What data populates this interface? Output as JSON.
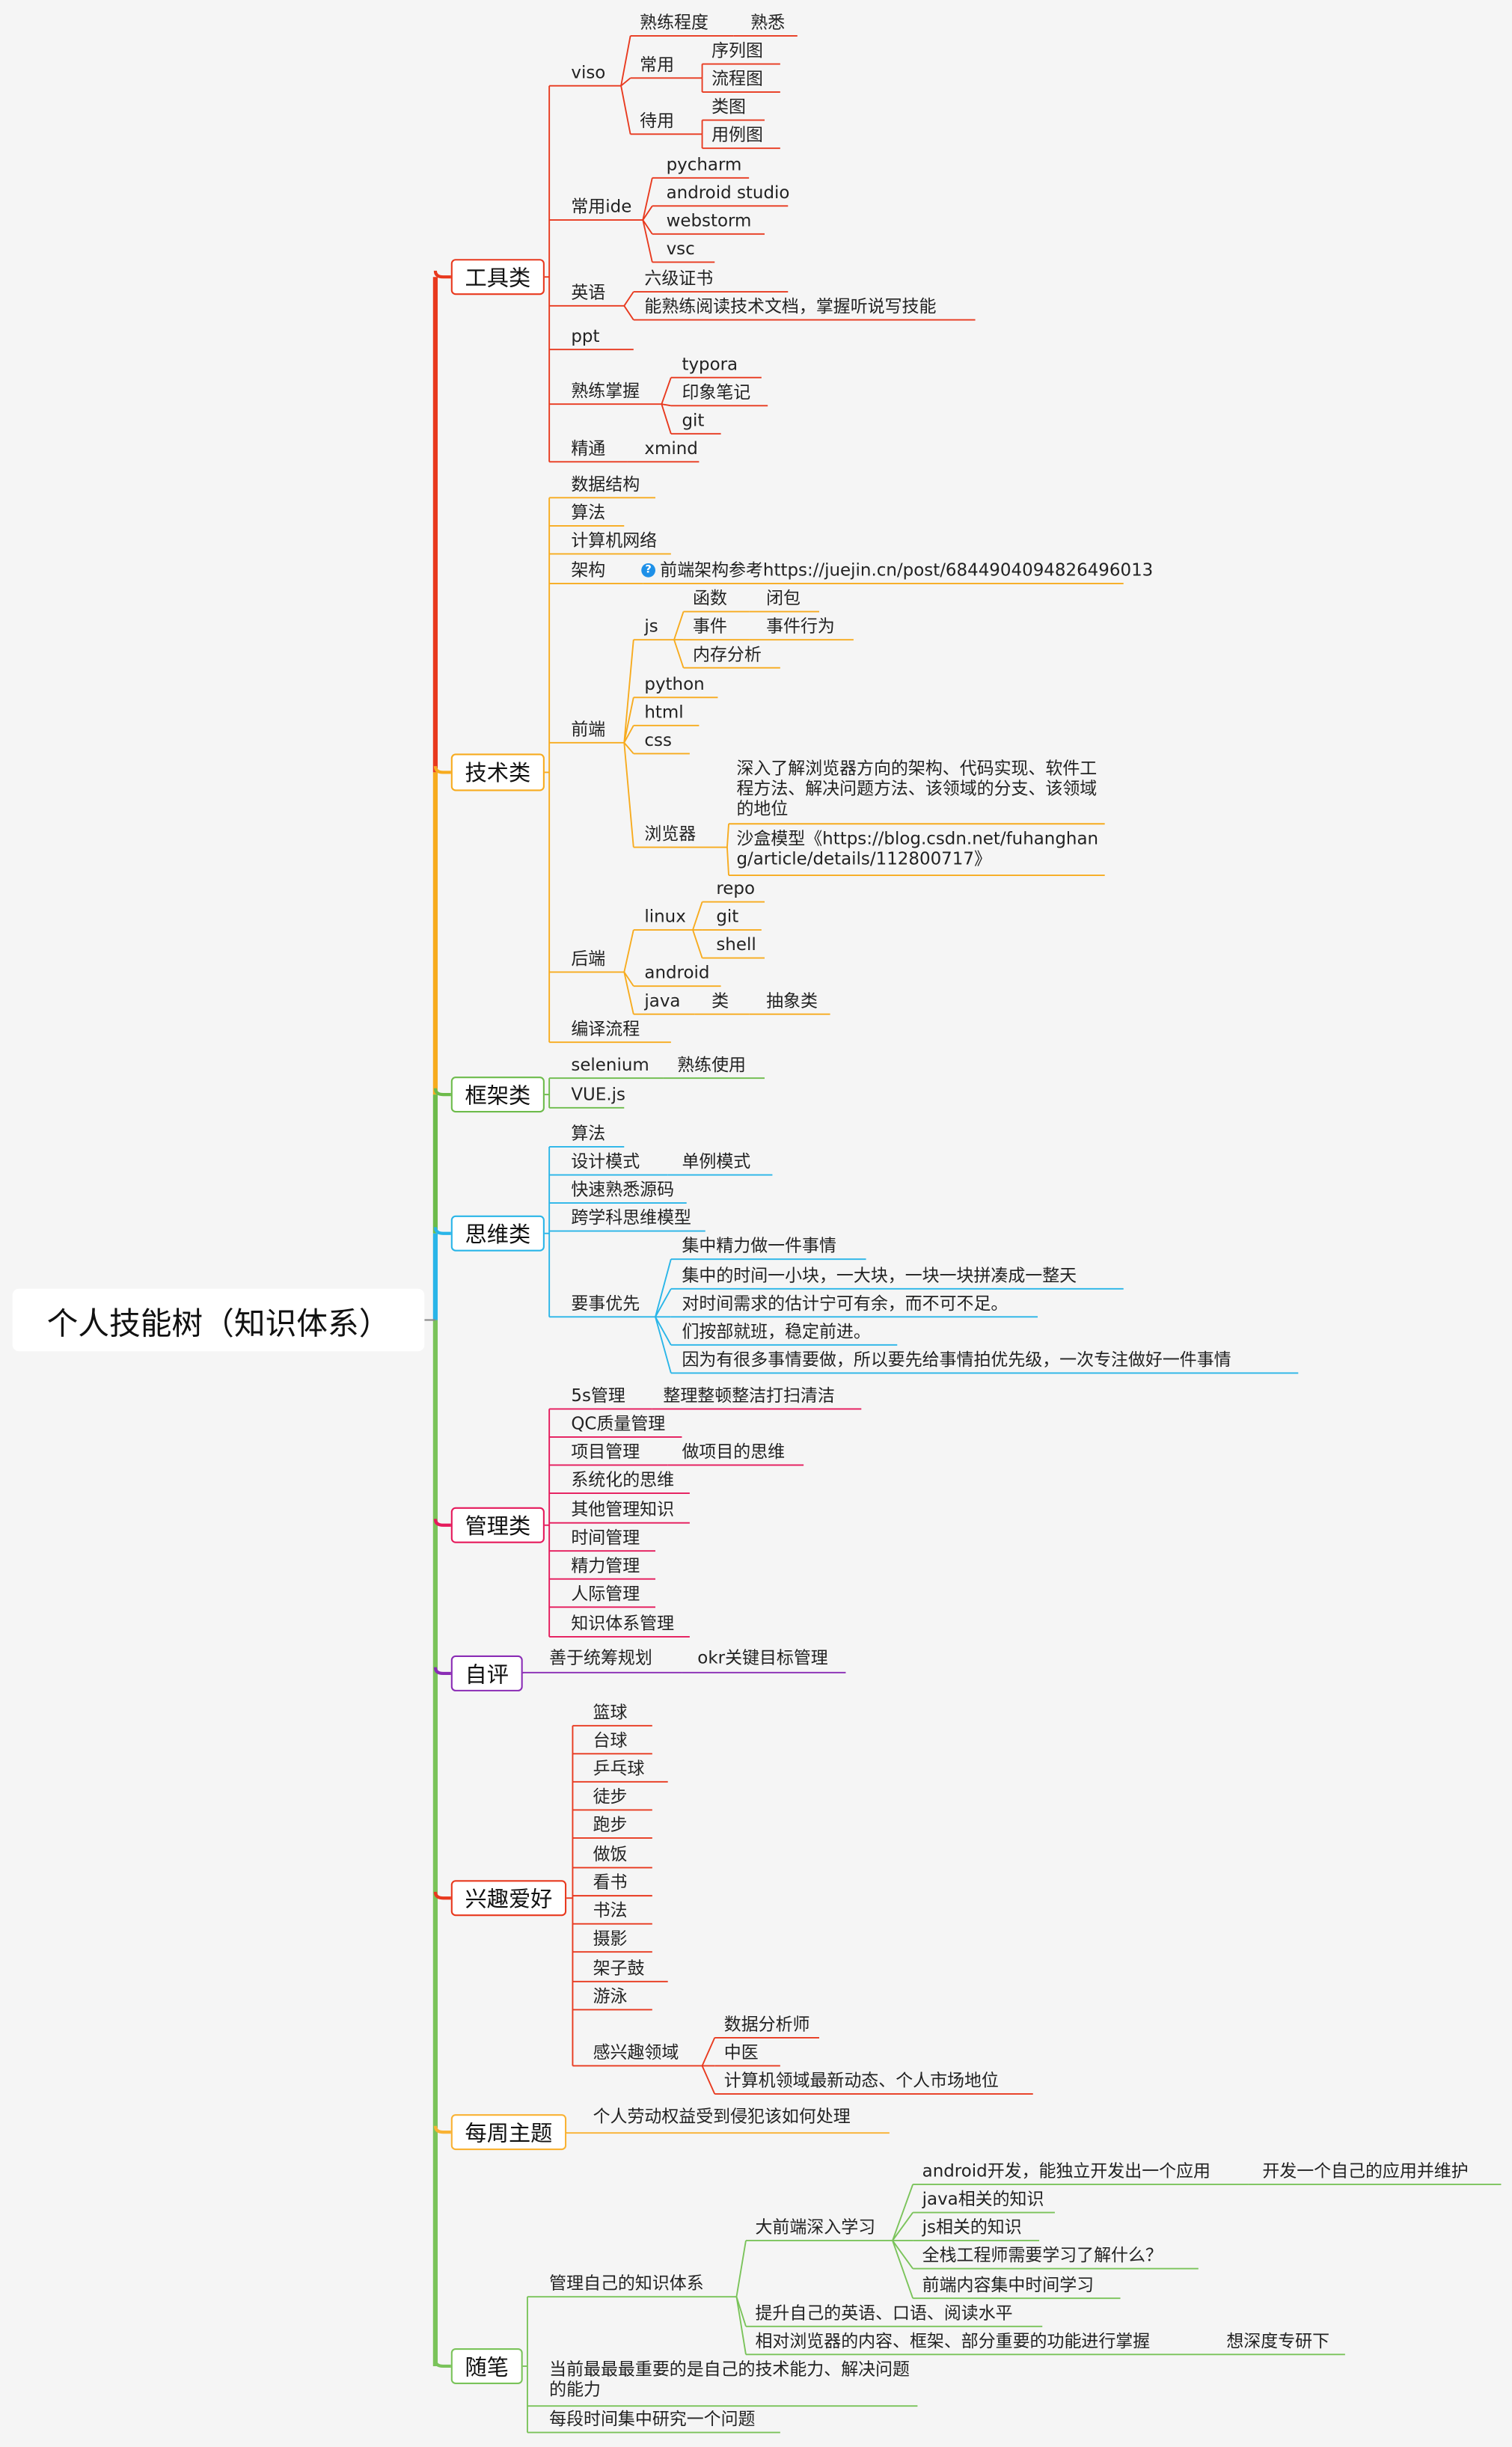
{
  "root": {
    "title": "个人技能树（知识体系）"
  },
  "categories": [
    {
      "label": "工具类",
      "color": "#e8391e",
      "children": [
        {
          "text": "viso",
          "children": [
            {
              "text": "熟练程度",
              "children": [
                {
                  "text": "熟悉"
                }
              ]
            },
            {
              "text": "常用",
              "children": [
                {
                  "text": "序列图"
                },
                {
                  "text": "流程图"
                }
              ]
            },
            {
              "text": "待用",
              "children": [
                {
                  "text": "类图"
                },
                {
                  "text": "用例图"
                }
              ]
            }
          ]
        },
        {
          "text": "常用ide",
          "children": [
            {
              "text": "pycharm"
            },
            {
              "text": "android studio"
            },
            {
              "text": "webstorm"
            },
            {
              "text": "vsc"
            }
          ]
        },
        {
          "text": "英语",
          "children": [
            {
              "text": "六级证书"
            },
            {
              "text": "能熟练阅读技术文档，掌握听说写技能"
            }
          ]
        },
        {
          "text": "ppt"
        },
        {
          "text": "熟练掌握",
          "children": [
            {
              "text": "typora"
            },
            {
              "text": "印象笔记"
            },
            {
              "text": "git"
            }
          ]
        },
        {
          "text": "精通",
          "children": [
            {
              "text": "xmind"
            }
          ]
        }
      ]
    },
    {
      "label": "技术类",
      "color": "#f7ab1e",
      "children": [
        {
          "text": "数据结构"
        },
        {
          "text": "算法"
        },
        {
          "text": "计算机网络"
        },
        {
          "text": "架构",
          "children": [
            {
              "text": "前端架构参考https://juejin.cn/post/6844904094826496013",
              "icon": "help-icon"
            }
          ]
        },
        {
          "text": "前端",
          "children": [
            {
              "text": "js",
              "children": [
                {
                  "text": "函数",
                  "children": [
                    {
                      "text": "闭包"
                    }
                  ]
                },
                {
                  "text": "事件",
                  "children": [
                    {
                      "text": "事件行为"
                    }
                  ]
                },
                {
                  "text": "内存分析"
                }
              ]
            },
            {
              "text": "python"
            },
            {
              "text": "html"
            },
            {
              "text": "css"
            },
            {
              "text": "浏览器",
              "children": [
                {
                  "text": "深入了解浏览器方向的架构、代码实现、软件工程方法、解决问题方法、该领域的分支、该领域的地位"
                },
                {
                  "text": "沙盒模型《https://blog.csdn.net/fuhanghang/article/details/112800717》"
                }
              ]
            }
          ]
        },
        {
          "text": "后端",
          "children": [
            {
              "text": "linux",
              "children": [
                {
                  "text": "repo"
                },
                {
                  "text": "git"
                },
                {
                  "text": "shell"
                }
              ]
            },
            {
              "text": "android"
            },
            {
              "text": "java",
              "children": [
                {
                  "text": "类",
                  "children": [
                    {
                      "text": "抽象类"
                    }
                  ]
                }
              ]
            }
          ]
        },
        {
          "text": "编译流程"
        }
      ]
    },
    {
      "label": "框架类",
      "color": "#6dbb4b",
      "children": [
        {
          "text": "selenium",
          "children": [
            {
              "text": "熟练使用"
            }
          ]
        },
        {
          "text": "VUE.js"
        }
      ]
    },
    {
      "label": "思维类",
      "color": "#29b5e8",
      "children": [
        {
          "text": "算法"
        },
        {
          "text": "设计模式",
          "children": [
            {
              "text": "单例模式"
            }
          ]
        },
        {
          "text": "快速熟悉源码"
        },
        {
          "text": "跨学科思维模型"
        },
        {
          "text": "要事优先",
          "children": [
            {
              "text": "集中精力做一件事情"
            },
            {
              "text": "集中的时间一小块，一大块，一块一块拼凑成一整天"
            },
            {
              "text": "对时间需求的估计宁可有余，而不可不足。"
            },
            {
              "text": "们按部就班，稳定前进。"
            },
            {
              "text": "因为有很多事情要做，所以要先给事情拍优先级，一次专注做好一件事情"
            }
          ]
        }
      ]
    },
    {
      "label": "管理类",
      "color": "#e5195b",
      "children": [
        {
          "text": "5s管理",
          "children": [
            {
              "text": "整理整顿整洁打扫清洁"
            }
          ]
        },
        {
          "text": "QC质量管理"
        },
        {
          "text": "项目管理",
          "children": [
            {
              "text": "做项目的思维"
            }
          ]
        },
        {
          "text": "系统化的思维"
        },
        {
          "text": "其他管理知识"
        },
        {
          "text": "时间管理"
        },
        {
          "text": "精力管理"
        },
        {
          "text": "人际管理"
        },
        {
          "text": "知识体系管理"
        }
      ]
    },
    {
      "label": "自评",
      "color": "#8a2cb5",
      "children": [
        {
          "text": "善于统筹规划",
          "children": [
            {
              "text": "okr关键目标管理"
            }
          ]
        }
      ]
    },
    {
      "label": "兴趣爱好",
      "color": "#e8391e",
      "children": [
        {
          "text": "篮球"
        },
        {
          "text": "台球"
        },
        {
          "text": "乒乓球"
        },
        {
          "text": "徒步"
        },
        {
          "text": "跑步"
        },
        {
          "text": "做饭"
        },
        {
          "text": "看书"
        },
        {
          "text": "书法"
        },
        {
          "text": "摄影"
        },
        {
          "text": "架子鼓"
        },
        {
          "text": "游泳"
        },
        {
          "text": "感兴趣领域",
          "children": [
            {
              "text": "数据分析师"
            },
            {
              "text": "中医"
            },
            {
              "text": "计算机领域最新动态、个人市场地位"
            }
          ]
        }
      ]
    },
    {
      "label": "每周主题",
      "color": "#f9b233",
      "children": [
        {
          "text": "个人劳动权益受到侵犯该如何处理"
        }
      ]
    },
    {
      "label": "随笔",
      "color": "#7ac35a",
      "children": [
        {
          "text": "管理自己的知识体系",
          "children": [
            {
              "text": "大前端深入学习",
              "children": [
                {
                  "text": "android开发，能独立开发出一个应用",
                  "children": [
                    {
                      "text": "开发一个自己的应用并维护"
                    }
                  ]
                },
                {
                  "text": "java相关的知识"
                },
                {
                  "text": "js相关的知识"
                },
                {
                  "text": "全栈工程师需要学习了解什么？"
                },
                {
                  "text": "前端内容集中时间学习"
                }
              ]
            },
            {
              "text": "提升自己的英语、口语、阅读水平"
            },
            {
              "text": "相对浏览器的内容、框架、部分重要的功能进行掌握",
              "children": [
                {
                  "text": "想深度专研下"
                }
              ]
            }
          ]
        },
        {
          "text": "当前最最最重要的是自己的技术能力、解决问题的能力"
        },
        {
          "text": "每段时间集中研究一个问题"
        }
      ]
    }
  ]
}
